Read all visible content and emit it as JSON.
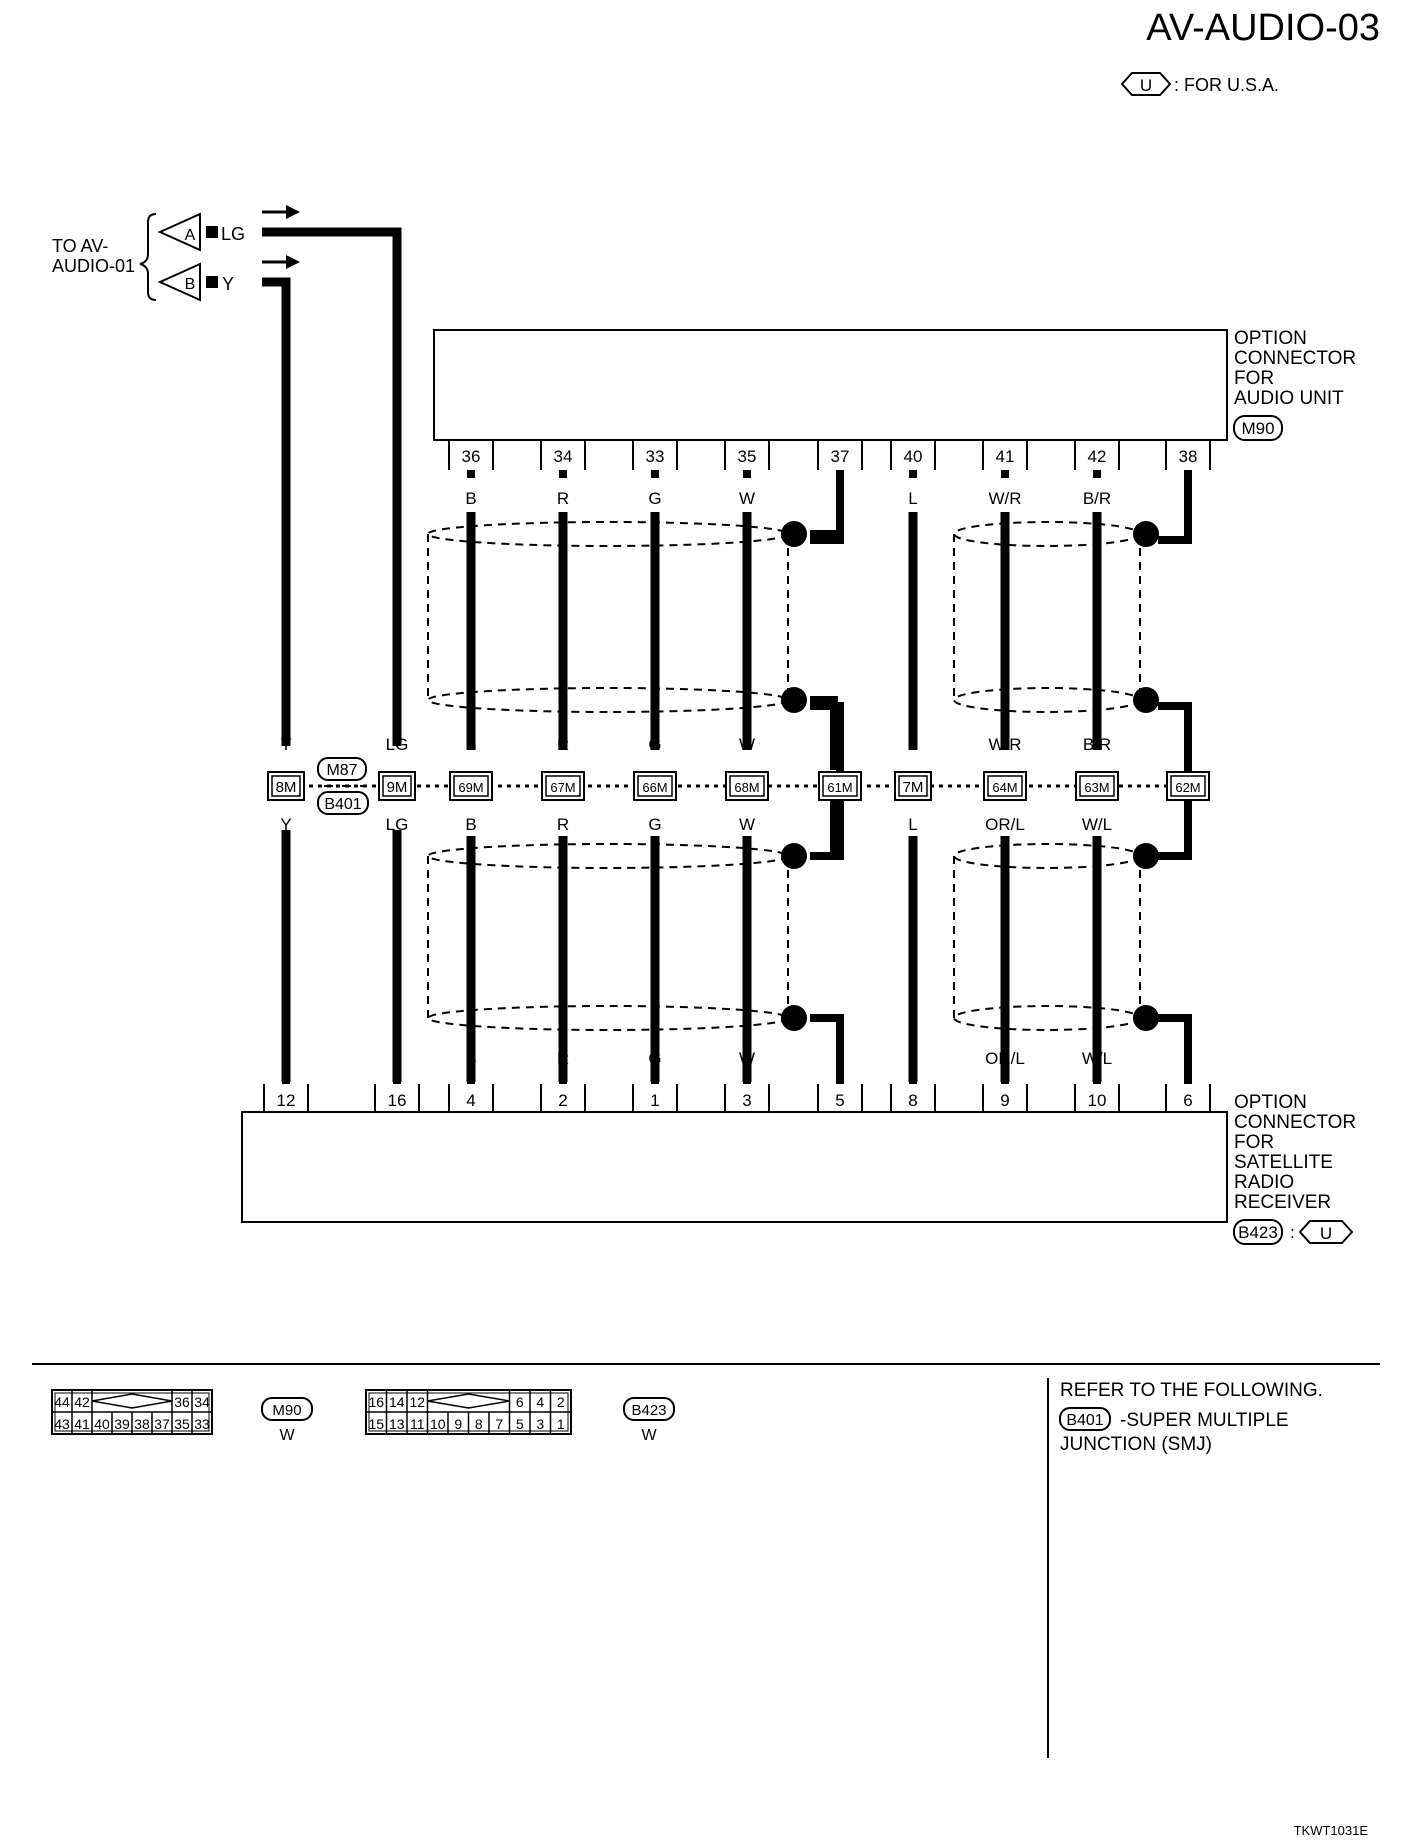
{
  "page_title": "AV-AUDIO-03",
  "legend": {
    "badge": "U",
    "text": ": FOR U.S.A."
  },
  "inputs": {
    "label_line1": "TO AV-",
    "label_line2": "AUDIO-01",
    "items": [
      {
        "connector": "A",
        "color": "LG"
      },
      {
        "connector": "B",
        "color": "Y"
      }
    ]
  },
  "audio_unit": {
    "label_lines": [
      "OPTION",
      "CONNECTOR",
      "FOR",
      "AUDIO UNIT"
    ],
    "connector_id": "M90"
  },
  "satellite": {
    "label_lines": [
      "OPTION",
      "CONNECTOR",
      "FOR",
      "SATELLITE",
      "RADIO",
      "RECEIVER"
    ],
    "connector_id": "B423",
    "sep": ":",
    "badge": "U"
  },
  "junction": {
    "top": "M87",
    "bottom": "B401"
  },
  "columns": [
    {
      "top_pin": "",
      "c_upper": "Y",
      "j": "8M",
      "c_lower": "Y",
      "bot_pin": "12"
    },
    {
      "top_pin": "",
      "c_upper": "LG",
      "j": "9M",
      "c_lower": "LG",
      "bot_pin": "16"
    },
    {
      "top_pin": "36",
      "c_top": "B",
      "c_upper": "B",
      "j": "69M",
      "c_lower": "B",
      "c_bot": "B",
      "bot_pin": "4"
    },
    {
      "top_pin": "34",
      "c_top": "R",
      "c_upper": "R",
      "j": "67M",
      "c_lower": "R",
      "c_bot": "R",
      "bot_pin": "2"
    },
    {
      "top_pin": "33",
      "c_top": "G",
      "c_upper": "G",
      "j": "66M",
      "c_lower": "G",
      "c_bot": "G",
      "bot_pin": "1"
    },
    {
      "top_pin": "35",
      "c_top": "W",
      "c_upper": "W",
      "j": "68M",
      "c_lower": "W",
      "c_bot": "W",
      "bot_pin": "3"
    },
    {
      "top_pin": "37",
      "j": "61M",
      "bot_pin": "5"
    },
    {
      "top_pin": "40",
      "c_top": "L",
      "c_upper": "L",
      "j": "7M",
      "c_lower": "L",
      "c_bot": "L",
      "bot_pin": "8"
    },
    {
      "top_pin": "41",
      "c_top": "W/R",
      "c_upper": "W/R",
      "j": "64M",
      "c_lower": "OR/L",
      "c_bot": "OR/L",
      "bot_pin": "9"
    },
    {
      "top_pin": "42",
      "c_top": "B/R",
      "c_upper": "B/R",
      "j": "63M",
      "c_lower": "W/L",
      "c_bot": "W/L",
      "bot_pin": "10"
    },
    {
      "top_pin": "38",
      "j": "62M",
      "bot_pin": "6"
    }
  ],
  "connector_faces": [
    {
      "id": "M90",
      "color": "W",
      "top_left": [
        "44",
        "42"
      ],
      "top_right": [
        "36",
        "34"
      ],
      "bottom": [
        "43",
        "41",
        "40",
        "39",
        "38",
        "37",
        "35",
        "33"
      ]
    },
    {
      "id": "B423",
      "color": "W",
      "top_left": [
        "16",
        "14",
        "12"
      ],
      "top_right": [
        "6",
        "4",
        "2"
      ],
      "bottom": [
        "15",
        "13",
        "11",
        "10",
        "9",
        "8",
        "7",
        "5",
        "3",
        "1"
      ]
    }
  ],
  "refer": {
    "heading": "REFER TO THE FOLLOWING.",
    "connector": "B401",
    "text_line1": "-SUPER MULTIPLE",
    "text_line2": "JUNCTION (SMJ)"
  },
  "footer_code": "TKWT1031E"
}
